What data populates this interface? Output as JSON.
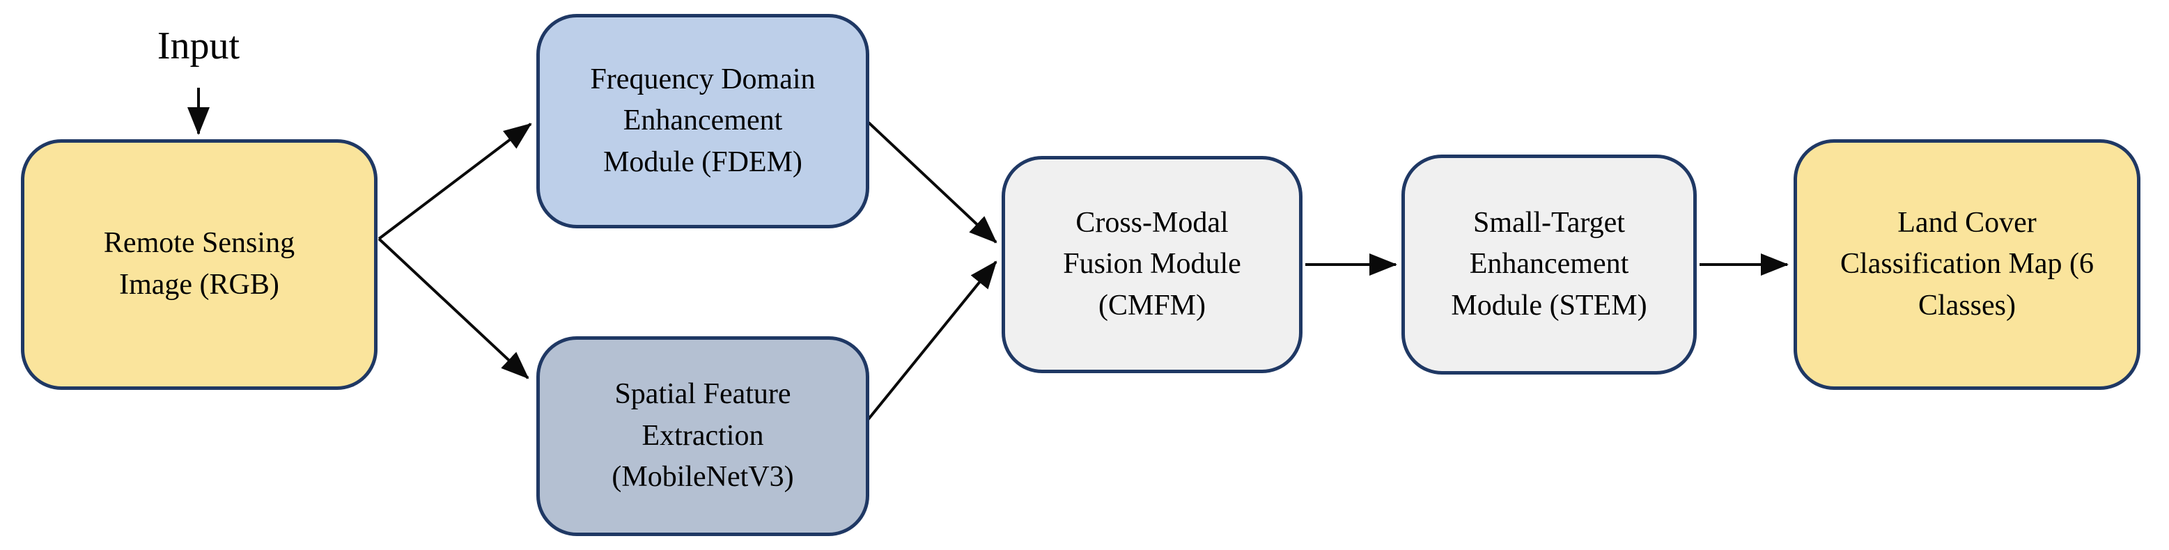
{
  "figure": {
    "input_label": "Input",
    "nodes": [
      {
        "id": "remote-sensing-image",
        "role": "input",
        "fill": "#FAE49C",
        "label": "Remote Sensing\nImage (RGB)"
      },
      {
        "id": "fdem",
        "role": "module",
        "fill": "#BDCFE9",
        "label": "Frequency Domain\nEnhancement\nModule (FDEM)"
      },
      {
        "id": "spatial-feature-extraction",
        "role": "module",
        "fill": "#B4C0D2",
        "label": "Spatial Feature\nExtraction\n(MobileNetV3)"
      },
      {
        "id": "cmfm",
        "role": "module",
        "fill": "#F0F0F0",
        "label": "Cross-Modal\nFusion Module\n(CMFM)"
      },
      {
        "id": "stem",
        "role": "module",
        "fill": "#F0F0F0",
        "label": "Small-Target\nEnhancement\nModule (STEM)"
      },
      {
        "id": "land-cover-map",
        "role": "output",
        "fill": "#FAE49C",
        "label": "Land Cover\nClassification Map (6\nClasses)"
      }
    ],
    "edges": [
      {
        "from": "input-label",
        "to": "remote-sensing-image"
      },
      {
        "from": "remote-sensing-image",
        "to": "fdem"
      },
      {
        "from": "remote-sensing-image",
        "to": "spatial-feature-extraction"
      },
      {
        "from": "fdem",
        "to": "cmfm"
      },
      {
        "from": "spatial-feature-extraction",
        "to": "cmfm"
      },
      {
        "from": "cmfm",
        "to": "stem"
      },
      {
        "from": "stem",
        "to": "land-cover-map"
      }
    ],
    "colors": {
      "background": "#FFFFFF",
      "node_border": "#1F3864",
      "arrow": "#0A0A0A",
      "text": "#000000",
      "node_yellow": "#FAE49C",
      "node_blue": "#BDCFE9",
      "node_blue_gray": "#B4C0D2",
      "node_gray": "#F0F0F0"
    }
  }
}
